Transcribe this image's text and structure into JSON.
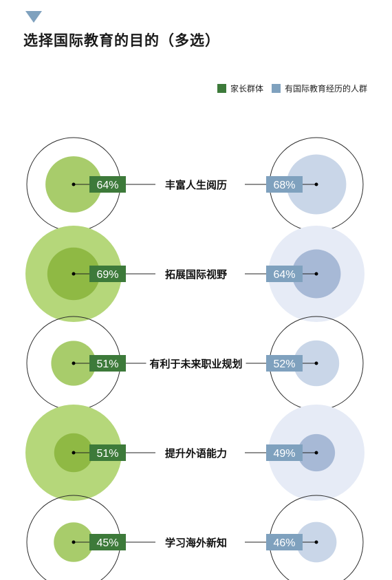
{
  "title": "选择国际教育的目的（多选）",
  "legend": [
    {
      "label": "家长群体",
      "color": "#3d7a3a"
    },
    {
      "label": "有国际教育经历的人群",
      "color": "#7fa1be"
    }
  ],
  "chart_data": {
    "type": "bubble",
    "title": "选择国际教育的目的（多选）",
    "categories": [
      "丰富人生阅历",
      "拓展国际视野",
      "有利于未来职业规划",
      "提升外语能力",
      "学习海外新知"
    ],
    "series": [
      {
        "name": "家长群体",
        "values": [
          64,
          69,
          51,
          51,
          45
        ],
        "label_color": "#3d7a3a"
      },
      {
        "name": "有国际教育经历的人群",
        "values": [
          68,
          64,
          52,
          49,
          46
        ],
        "label_color": "#7fa1be"
      }
    ],
    "value_labels_left": [
      "64%",
      "69%",
      "51%",
      "51%",
      "45%"
    ],
    "value_labels_right": [
      "68%",
      "64%",
      "52%",
      "49%",
      "46%"
    ],
    "unit": "%",
    "colors": {
      "left_inner_light": "#a8cc6b",
      "left_inner_dark": "#8fb944",
      "left_outer_fill": "#b5d77a",
      "right_inner_light": "#c9d6e8",
      "right_inner_dark": "#a7b9d6",
      "right_outer_fill": "#e6ebf6",
      "ring_stroke": "#2a2a2a"
    },
    "row_style": [
      "ring",
      "filled",
      "ring",
      "filled",
      "ring"
    ]
  }
}
